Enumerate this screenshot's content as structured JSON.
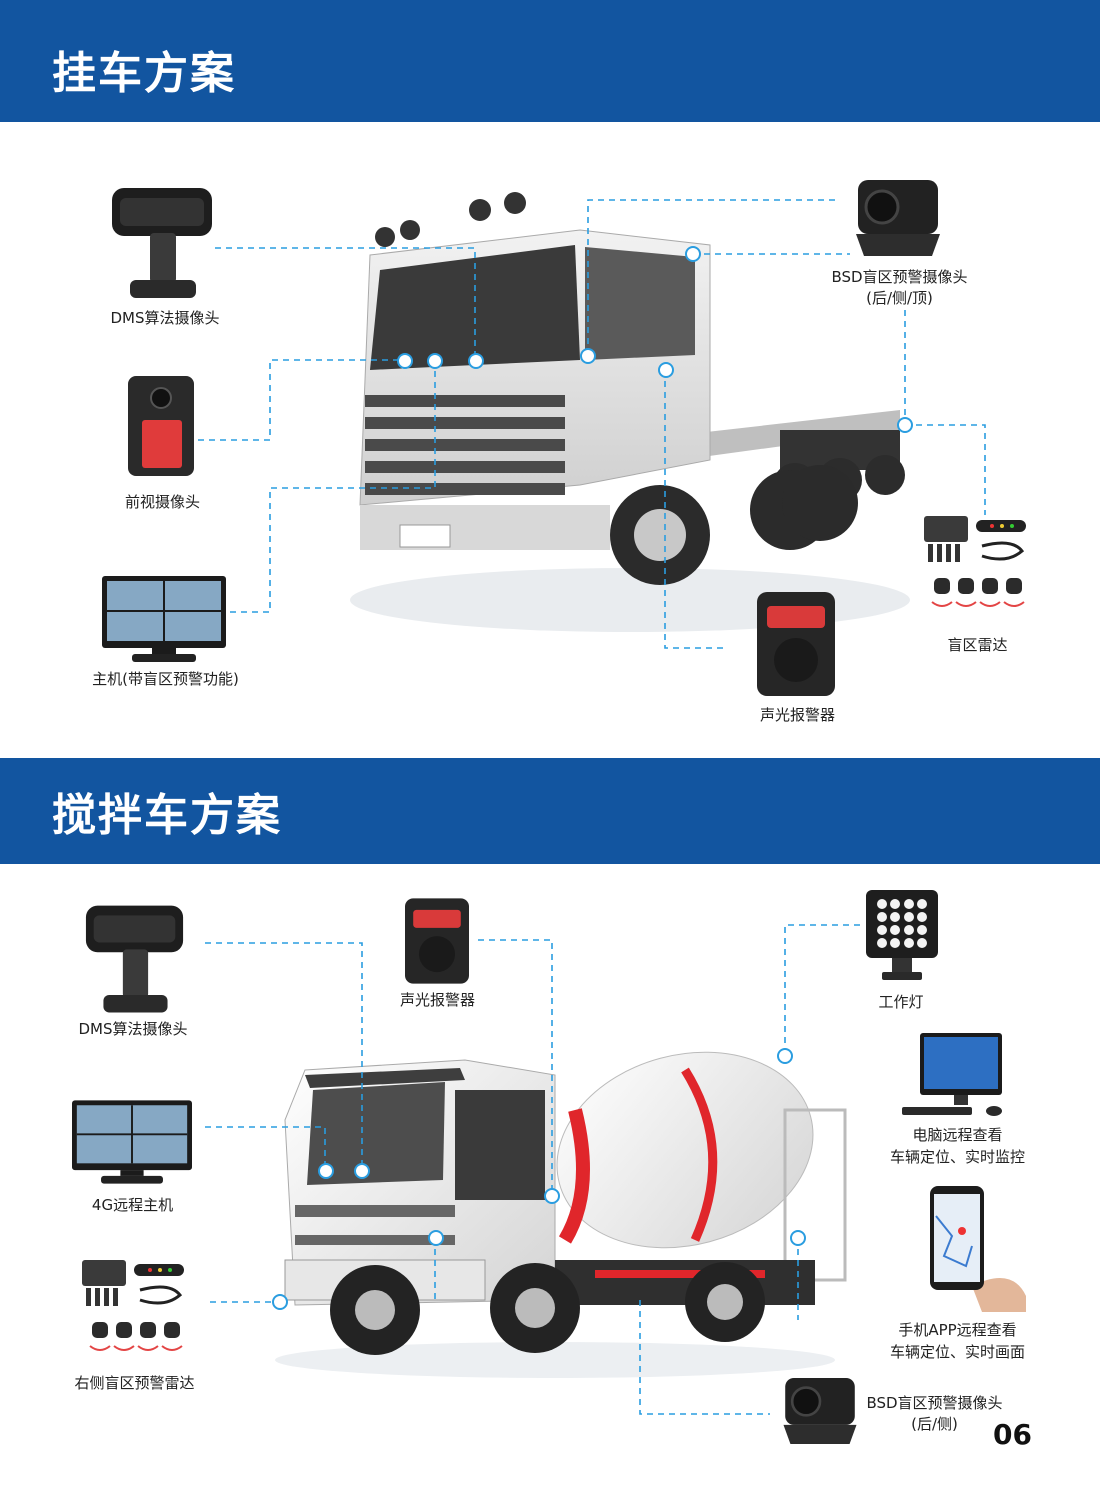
{
  "section1": {
    "title": "挂车方案",
    "labels": {
      "dms": "DMS算法摄像头",
      "bsd_1": "BSD盲区预警摄像头",
      "bsd_2": "(后/侧/顶)",
      "front": "前视摄像头",
      "host": "主机(带盲区预警功能)",
      "radar": "盲区雷达",
      "alarm": "声光报警器"
    }
  },
  "section2": {
    "title": "搅拌车方案",
    "labels": {
      "dms": "DMS算法摄像头",
      "alarm": "声光报警器",
      "worklight": "工作灯",
      "host4g": "4G远程主机",
      "pc_1": "电脑远程查看",
      "pc_2": "车辆定位、实时监控",
      "radar": "右侧盲区预警雷达",
      "app_1": "手机APP远程查看",
      "app_2": "车辆定位、实时画面",
      "bsd_1": "BSD盲区预警摄像头",
      "bsd_2": "(后/侧)"
    }
  },
  "page_number": "06",
  "colors": {
    "banner": "#1255a0",
    "connector": "#2a9de0"
  }
}
